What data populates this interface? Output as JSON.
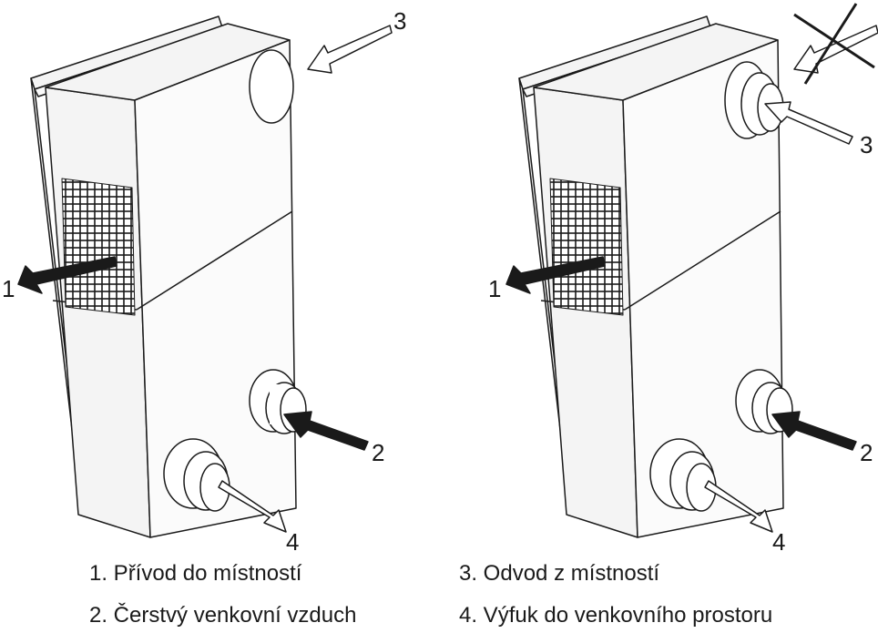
{
  "callouts": {
    "left": {
      "c1": "1",
      "c2": "2",
      "c3": "3",
      "c4": "4"
    },
    "right": {
      "c1": "1",
      "c2": "2",
      "c3": "3",
      "c4": "4"
    }
  },
  "legend": {
    "item1": "1. Přívod do místností",
    "item2": "2. Čerstvý venkovní vzduch",
    "item3": "3. Odvod z místností",
    "item4": "4. Výfuk do venkovního prostoru"
  },
  "colors": {
    "line": "#1a1a1a",
    "panel": "#f2f2f2",
    "arrow": "#1a1a1a"
  }
}
